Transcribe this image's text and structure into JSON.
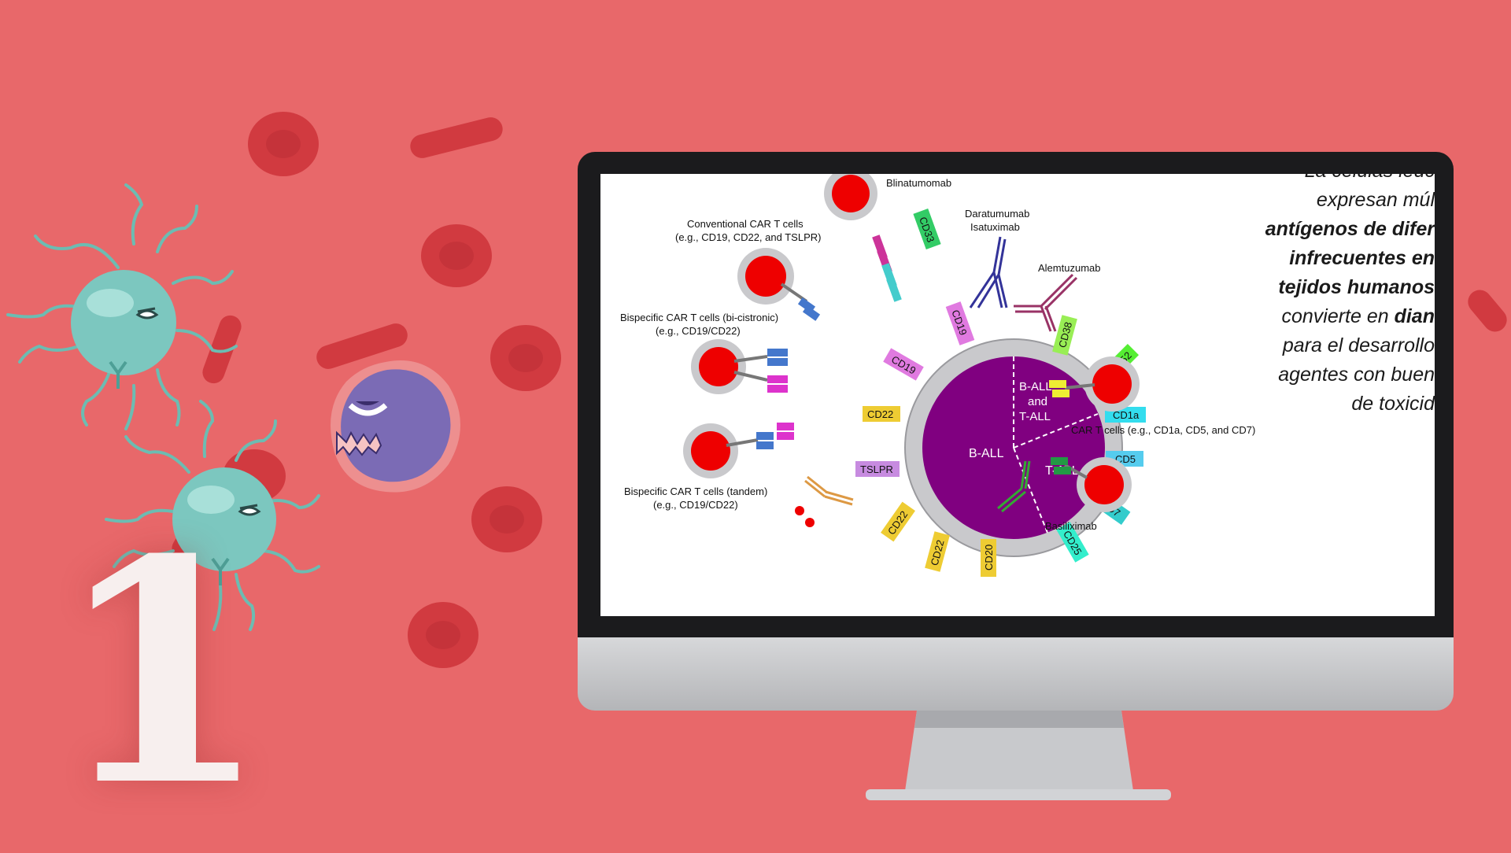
{
  "slide": {
    "number": "1"
  },
  "diagram": {
    "center": {
      "b_all": "B-ALL",
      "b_and_t": [
        "B-ALL",
        "and",
        "T-ALL"
      ],
      "t_all": "T-ALL"
    },
    "antigens": {
      "cd33": "CD33",
      "cd19_top": "CD19",
      "cd19_left": "CD19",
      "cd38": "CD38",
      "cd52": "CD52",
      "cd22_left": "CD22",
      "tslpr": "TSLPR",
      "cd22_bottom1": "CD22",
      "cd22_bottom2": "CD22",
      "cd20": "CD20",
      "cd25": "CD25",
      "cd7": "CD7",
      "cd5": "CD5",
      "cd1a": "CD1a"
    },
    "labels": {
      "blinatumomab": "Blinatumomab",
      "daratumumab": "Daratumumab",
      "isatuximab": "Isatuximab",
      "alemtuzumab": "Alemtuzumab",
      "basiliximab": "Basiliximab",
      "conventional": "Conventional CAR T cells",
      "conventional_eg": "(e.g., CD19, CD22, and TSLPR)",
      "bicistronic": "Bispecific CAR T cells (bi-cistronic)",
      "bicistronic_eg": "(e.g., CD19/CD22)",
      "tandem": "Bispecific CAR T cells (tandem)",
      "tandem_eg": "(e.g., CD19/CD22)",
      "tcell_car": "CAR T cells (e.g., CD1a, CD5, and CD7)"
    }
  },
  "side_text": {
    "line0": "La células leuc",
    "line1": "expresan múl",
    "line2": "antígenos de difer",
    "line3": "infrecuentes en",
    "line4": "tejidos humanos",
    "line5_a": "convierte en ",
    "line5_b": "dian",
    "line6": "para el desarrollo",
    "line7": "agentes con buen",
    "line8": "de toxicid"
  },
  "colors": {
    "background": "#e8686a",
    "red_cell": "#d9434a",
    "teal_cell": "#7cc7bf",
    "purple_cell": "#7b6bb5",
    "center_purple": "#800080"
  }
}
